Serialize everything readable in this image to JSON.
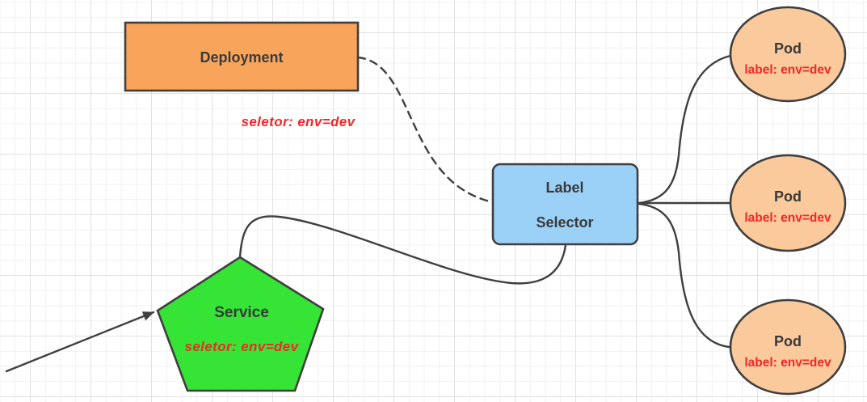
{
  "colors": {
    "stroke": "#3f3f3f",
    "deployment_fill": "#f8a45b",
    "selector_fill": "#9cd1f7",
    "service_fill": "#36e436",
    "pod_fill": "#faca9d",
    "red_text": "#f52626",
    "title_text": "#3a3a3a",
    "grid_minor": "#f0f0f0",
    "grid_major": "#e2e2e2"
  },
  "nodes": {
    "deployment": {
      "label": "Deployment"
    },
    "label_selector": {
      "line1": "Label",
      "line2": "Selector"
    },
    "service": {
      "label": "Service",
      "selector": "seletor:  env=dev"
    },
    "pods": [
      {
        "label": "Pod",
        "sub": "label: env=dev"
      },
      {
        "label": "Pod",
        "sub": "label: env=dev"
      },
      {
        "label": "Pod",
        "sub": "label: env=dev"
      }
    ]
  },
  "annotations": {
    "deployment_selector": "seletor:  env=dev"
  }
}
